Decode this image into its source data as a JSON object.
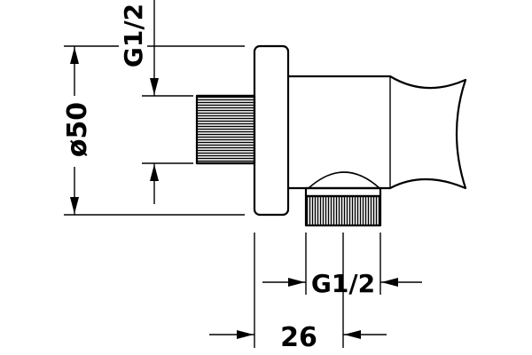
{
  "drawing": {
    "dimensions": {
      "diameter": "ø50",
      "thread_side": "G1/2",
      "thread_bottom": "G1/2",
      "depth": "26"
    },
    "colors": {
      "line": "#000000",
      "background": "#ffffff"
    }
  }
}
